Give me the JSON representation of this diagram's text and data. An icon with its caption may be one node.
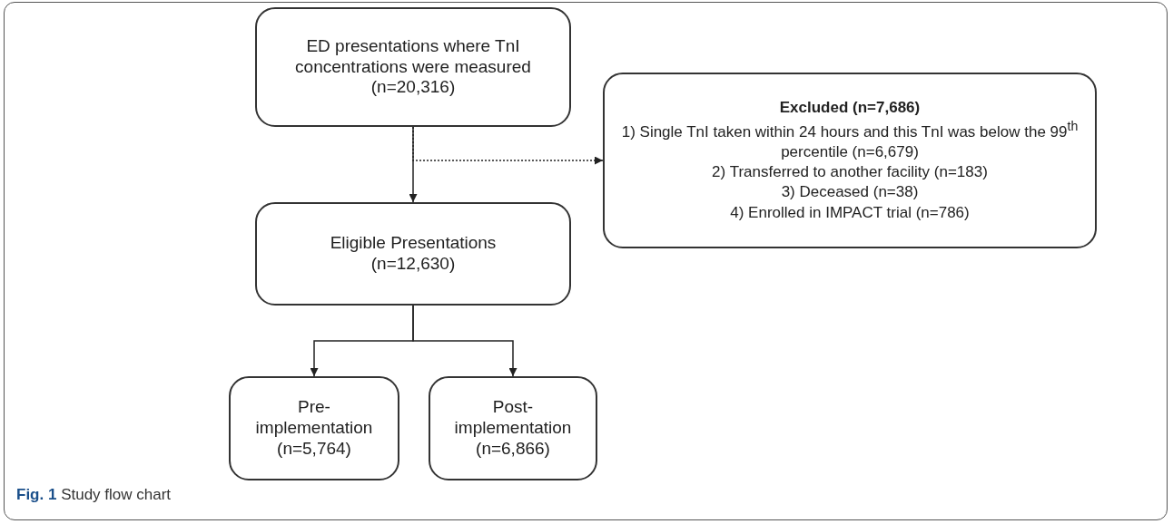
{
  "diagram": {
    "caption": "**Fig. 1** Study flow chart",
    "nodes": [
      {
        "text": [
          "ED presentations where TnI concentrations were measured",
          "(n=20,316)"
        ]
      },
      {
        "text": [
          "Excluded (n=7,686)",
          "1) Single TnI taken within 24 hours and this TnI was below the 99$^{th}$ percentile (n=6,679)",
          "2) Transferred to another facility (n=183)",
          "3) Deceased (n=38)",
          "4) Enrolled in IMPACT trial (n=786)"
        ]
      },
      {
        "text": [
          "Eligible Presentations",
          "(n=12,630)"
        ]
      },
      {
        "text": [
          "Pre-implementation",
          "(n=5,764)"
        ]
      },
      {
        "text": [
          "Post-implementation",
          "(n=6,866)"
        ]
      }
    ],
    "edges": [
      {
        "from": 0,
        "to": 2,
        "arrow": "to"
      },
      {
        "from": 0,
        "to": 1,
        "arrow": "to",
        "style": "dashed"
      },
      {
        "from": 2,
        "to": 3,
        "arrow": "to"
      },
      {
        "from": 2,
        "to": 4,
        "arrow": "to"
      }
    ]
  }
}
